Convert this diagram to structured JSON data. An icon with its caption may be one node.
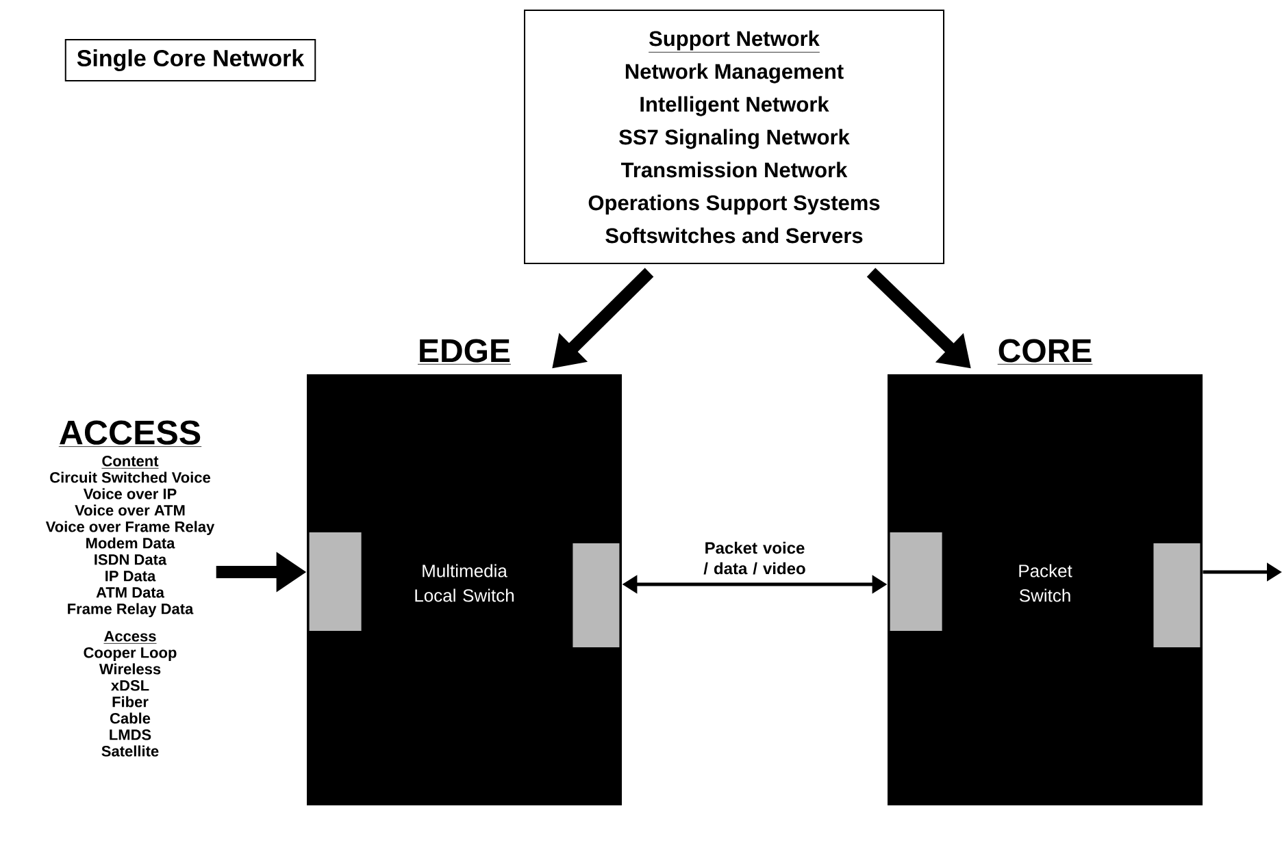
{
  "diagram": {
    "title": "Single Core Network",
    "nodes": [
      {
        "text": [
          "Support Network",
          "Network Management",
          "Intelligent Network",
          "SS7 Signaling Network",
          "Transmission Network",
          "Operations Support Systems",
          "Softswitches and Servers"
        ]
      },
      {
        "text": [
          "ACCESS",
          "Content",
          "Circuit Switched Voice",
          "Voice over IP",
          "Voice over ATM",
          "Voice over Frame Relay",
          "Modem Data",
          "ISDN Data",
          "IP Data",
          "ATM Data",
          "Frame Relay Data",
          "Access",
          "Cooper Loop",
          "Wireless",
          "xDSL",
          "Fiber",
          "Cable",
          "LMDS",
          "Satellite"
        ]
      },
      {
        "text": [
          "EDGE",
          "Multimedia Local Switch"
        ]
      },
      {
        "text": [
          "CORE",
          "Packet Switch"
        ]
      }
    ],
    "edges": [
      {
        "from": 0,
        "to": 2,
        "arrow": "to"
      },
      {
        "from": 0,
        "to": 3,
        "arrow": "to"
      },
      {
        "from": 1,
        "to": 2,
        "arrow": "to"
      },
      {
        "from": 2,
        "to": 3,
        "arrow": "both",
        "label": "Packet voice / data / video"
      },
      {
        "from": 3,
        "to": null,
        "arrow": "to"
      }
    ]
  }
}
